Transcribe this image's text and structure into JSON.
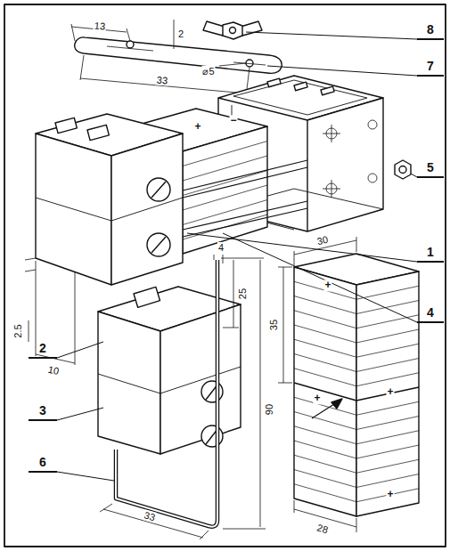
{
  "diagram": {
    "labels": [
      "13",
      "2",
      "33",
      "⌀5",
      "8",
      "7",
      "5",
      "+",
      "−",
      "1",
      "4",
      "2.5",
      "10",
      "2",
      "4",
      "25",
      "30",
      "35",
      "3",
      "+",
      "+",
      "+",
      "+",
      "6",
      "90",
      "33",
      "28"
    ]
  }
}
